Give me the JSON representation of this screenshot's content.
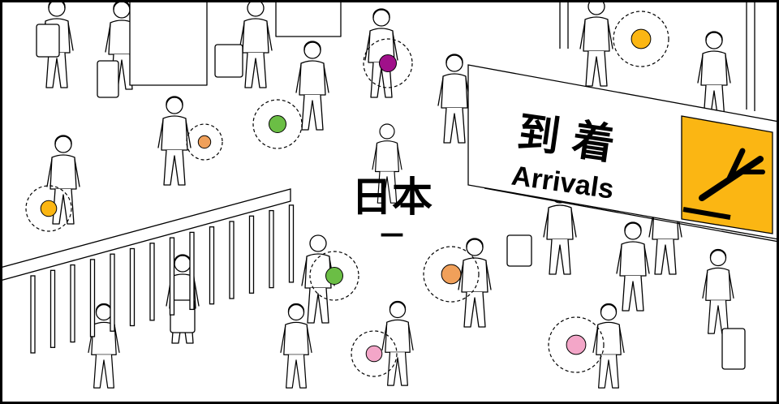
{
  "title": {
    "text": "日本",
    "dash": "—"
  },
  "sign": {
    "japanese": "到着",
    "english": "Arrivals",
    "icon": "plane-landing-icon",
    "icon_bg_color": "#FBB613"
  },
  "colors": {
    "line": "#000000",
    "background": "#FFFFFF",
    "accent_yellow": "#FBB613",
    "accent_purple": "#A0108A",
    "accent_green": "#6BBE45",
    "accent_pink": "#F3A6C8",
    "accent_orange": "#F0A05A"
  }
}
